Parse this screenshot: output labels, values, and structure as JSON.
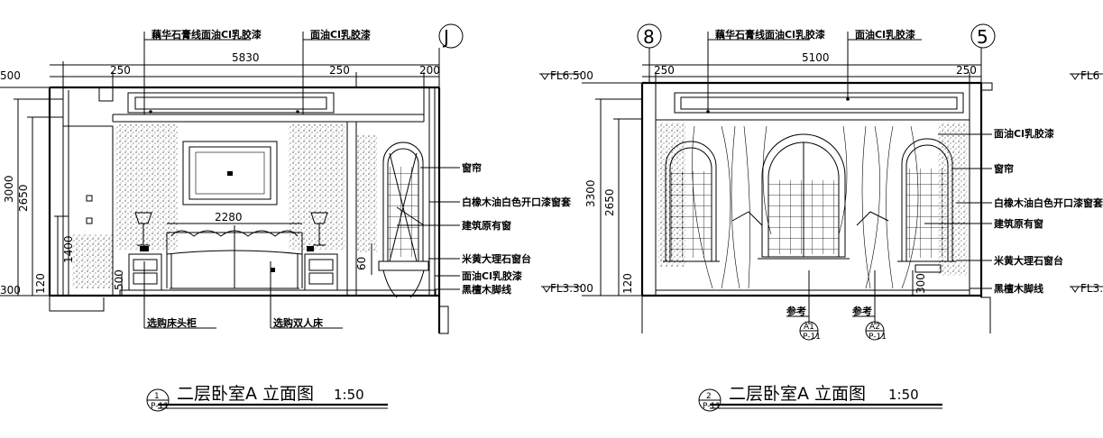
{
  "left": {
    "title": "二层卧室A 立面图",
    "scale": "1:50",
    "index_top": "1",
    "index_bottom": "P-11",
    "grid_label": "J",
    "dims": {
      "total": "5830",
      "seg_left": "250",
      "seg_mid": "250",
      "seg_right": "200",
      "bed_width": "2280",
      "level_top": "500",
      "height_3000": "3000",
      "height_2650": "2650",
      "height_1400": "1400",
      "base_300": "300",
      "base_120": "120",
      "dim_60": "60",
      "dim_500": "500"
    },
    "labels": {
      "top1": "藕华石膏线面油Cl乳胶漆",
      "top2": "面油Cl乳胶漆",
      "curtain": "窗帘",
      "frame": "白橡木油白色开口漆窗套",
      "window": "建筑原有窗",
      "sill": "米黄大理石窗台",
      "wall": "面油Cl乳胶漆",
      "skirting": "黑檀木脚线",
      "nightstand": "选购床头柜",
      "bed": "选购双人床"
    }
  },
  "right": {
    "title": "二层卧室A 立面图",
    "scale": "1:50",
    "index_top": "2",
    "index_bottom": "P-11",
    "grid_left": "8",
    "grid_right": "5",
    "dims": {
      "total": "5100",
      "seg_left": "250",
      "seg_right": "250",
      "level_top": "FL6.500",
      "level_top_right": "FL6",
      "level_bottom": "FL3.300",
      "level_bottom_right": "FL3.",
      "height_3300": "3300",
      "height_2650": "2650",
      "base_120": "120",
      "dim_300": "300"
    },
    "labels": {
      "top1": "藕华石膏线面油Cl乳胶漆",
      "top2": "面油Cl乳胶漆",
      "wall": "面油Cl乳胶漆",
      "curtain": "窗帘",
      "frame": "白橡木油白色开口漆窗套",
      "window": "建筑原有窗",
      "sill": "米黄大理石窗台",
      "skirting": "黑檀木脚线",
      "ref1": "参考",
      "ref2": "参考",
      "ref1_code": "A1",
      "ref1_sheet": "P-11",
      "ref2_code": "A2",
      "ref2_sheet": "P-11"
    }
  }
}
